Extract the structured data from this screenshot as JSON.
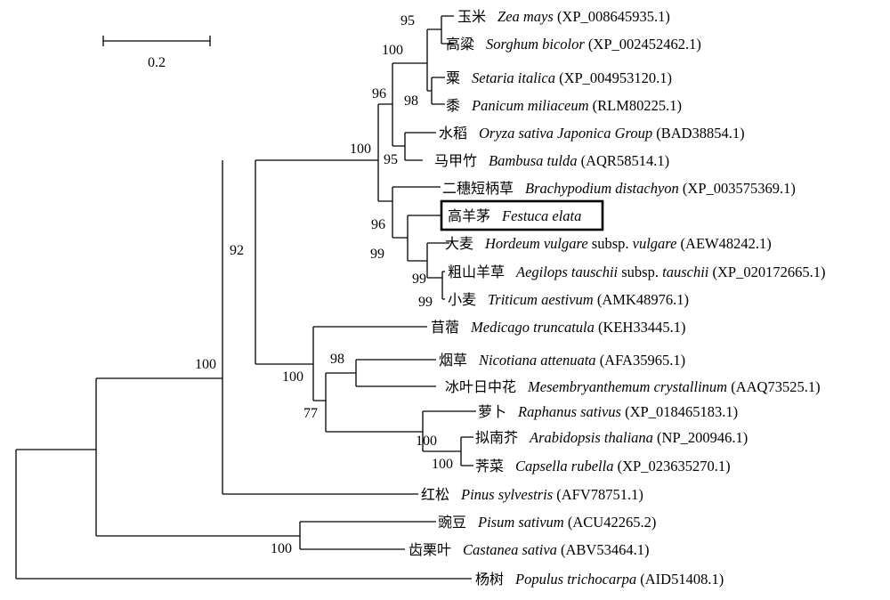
{
  "scale_bar": {
    "label": "0.2"
  },
  "taxa": [
    {
      "cn": "玉米",
      "parts": [
        {
          "t": "Zea mays",
          "i": true
        },
        {
          "t": " (XP_008645935.1)",
          "i": false
        }
      ]
    },
    {
      "cn": "高粱",
      "parts": [
        {
          "t": "Sorghum bicolor",
          "i": true
        },
        {
          "t": " (XP_002452462.1)",
          "i": false
        }
      ]
    },
    {
      "cn": "粟",
      "parts": [
        {
          "t": "Setaria italica",
          "i": true
        },
        {
          "t": " (XP_004953120.1)",
          "i": false
        }
      ]
    },
    {
      "cn": "黍",
      "parts": [
        {
          "t": "Panicum miliaceum",
          "i": true
        },
        {
          "t": " (RLM80225.1)",
          "i": false
        }
      ]
    },
    {
      "cn": "水稻",
      "parts": [
        {
          "t": "Oryza sativa Japonica Group",
          "i": true
        },
        {
          "t": " (BAD38854.1)",
          "i": false
        }
      ]
    },
    {
      "cn": "马甲竹",
      "parts": [
        {
          "t": "Bambusa tulda",
          "i": true
        },
        {
          "t": " (AQR58514.1)",
          "i": false
        }
      ]
    },
    {
      "cn": "二穗短柄草",
      "parts": [
        {
          "t": "Brachypodium distachyon",
          "i": true
        },
        {
          "t": " (XP_003575369.1)",
          "i": false
        }
      ]
    },
    {
      "cn": "高羊茅",
      "parts": [
        {
          "t": "Festuca elata",
          "i": true
        }
      ],
      "highlight": true
    },
    {
      "cn": "大麦",
      "parts": [
        {
          "t": "Hordeum vulgare",
          "i": true
        },
        {
          "t": " subsp. ",
          "i": false
        },
        {
          "t": "vulgare",
          "i": true
        },
        {
          "t": " (AEW48242.1)",
          "i": false
        }
      ]
    },
    {
      "cn": "粗山羊草",
      "parts": [
        {
          "t": "Aegilops tauschii",
          "i": true
        },
        {
          "t": " subsp. ",
          "i": false
        },
        {
          "t": "tauschii",
          "i": true
        },
        {
          "t": " (XP_020172665.1)",
          "i": false
        }
      ]
    },
    {
      "cn": "小麦",
      "parts": [
        {
          "t": "Triticum aestivum",
          "i": true
        },
        {
          "t": " (AMK48976.1)",
          "i": false
        }
      ]
    },
    {
      "cn": "苜蓿",
      "parts": [
        {
          "t": "Medicago truncatula",
          "i": true
        },
        {
          "t": " (KEH33445.1)",
          "i": false
        }
      ]
    },
    {
      "cn": "烟草",
      "parts": [
        {
          "t": "Nicotiana attenuata",
          "i": true
        },
        {
          "t": " (AFA35965.1)",
          "i": false
        }
      ]
    },
    {
      "cn": "冰叶日中花",
      "parts": [
        {
          "t": "Mesembryanthemum crystallinum",
          "i": true
        },
        {
          "t": " (AAQ73525.1)",
          "i": false
        }
      ]
    },
    {
      "cn": "萝卜",
      "parts": [
        {
          "t": "Raphanus sativus",
          "i": true
        },
        {
          "t": " (XP_018465183.1)",
          "i": false
        }
      ]
    },
    {
      "cn": "拟南芥",
      "parts": [
        {
          "t": "Arabidopsis thaliana",
          "i": true
        },
        {
          "t": " (NP_200946.1)",
          "i": false
        }
      ]
    },
    {
      "cn": "荠菜",
      "parts": [
        {
          "t": "Capsella rubella",
          "i": true
        },
        {
          "t": " (XP_023635270.1)",
          "i": false
        }
      ]
    },
    {
      "cn": "红松",
      "parts": [
        {
          "t": "Pinus sylvestris",
          "i": true
        },
        {
          "t": " (AFV78751.1)",
          "i": false
        }
      ]
    },
    {
      "cn": "豌豆",
      "parts": [
        {
          "t": "Pisum sativum",
          "i": true
        },
        {
          "t": " (ACU42265.2)",
          "i": false
        }
      ]
    },
    {
      "cn": "齿栗叶",
      "parts": [
        {
          "t": "Castanea sativa",
          "i": true
        },
        {
          "t": " (ABV53464.1)",
          "i": false
        }
      ]
    },
    {
      "cn": "杨树",
      "parts": [
        {
          "t": "Populus trichocarpa",
          "i": true
        },
        {
          "t": " (AID51408.1)",
          "i": false
        }
      ]
    }
  ],
  "bootstrap": [
    {
      "v": "95"
    },
    {
      "v": "100"
    },
    {
      "v": "98"
    },
    {
      "v": "96"
    },
    {
      "v": "95"
    },
    {
      "v": "100"
    },
    {
      "v": "96"
    },
    {
      "v": "99"
    },
    {
      "v": "99"
    },
    {
      "v": "99"
    },
    {
      "v": "92"
    },
    {
      "v": "100"
    },
    {
      "v": "98"
    },
    {
      "v": "100"
    },
    {
      "v": "77"
    },
    {
      "v": "100"
    },
    {
      "v": "100"
    },
    {
      "v": "100"
    }
  ]
}
